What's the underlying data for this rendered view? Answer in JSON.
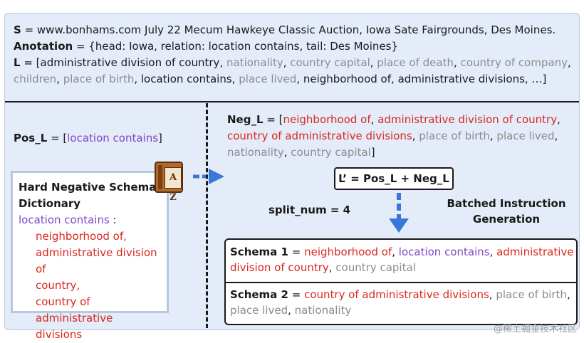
{
  "top": {
    "s_label": "S",
    "s_text": " = www.bonhams.com July 22 Mecum Hawkeye Classic Auction, Iowa Sate Fairgrounds, Des Moines.",
    "anno_label": "Anotation",
    "anno_text": " = {head: Iowa, relation: location contains, tail: Des Moines}",
    "l_label": "L",
    "l_open": " = [",
    "l_items_line1": [
      {
        "text": "administrative division of country",
        "style": "black"
      },
      {
        "text": "nationality",
        "style": "gray"
      },
      {
        "text": "country capital",
        "style": "gray"
      },
      {
        "text": "place of death",
        "style": "gray"
      },
      {
        "text": "country of company",
        "style": "gray"
      }
    ],
    "l_items_line2": [
      {
        "text": "children",
        "style": "gray"
      },
      {
        "text": "place of birth",
        "style": "gray"
      },
      {
        "text": "location contains",
        "style": "black"
      },
      {
        "text": "place lived",
        "style": "gray"
      },
      {
        "text": "neighborhood of",
        "style": "black"
      },
      {
        "text": "administrative divisions",
        "style": "black"
      },
      {
        "text": "…]",
        "style": "black"
      }
    ]
  },
  "pos": {
    "label": "Pos_L",
    "open": " = [",
    "item": "location contains",
    "close": "]"
  },
  "dictionary": {
    "title_line1": "Hard Negative Schema",
    "title_line2": "Dictionary",
    "key": "location contains",
    "key_colon": " :",
    "values": [
      "neighborhood of,",
      "administrative division of",
      "country,",
      "country of administrative",
      "divisions"
    ],
    "book_letters": "A Z"
  },
  "neg": {
    "label": "Neg_L",
    "open": " = [",
    "line1": [
      {
        "text": "neighborhood of",
        "style": "red"
      },
      {
        "text": "administrative division of country",
        "style": "red"
      }
    ],
    "line2": [
      {
        "text": "country of administrative divisions",
        "style": "red"
      },
      {
        "text": "place of birth",
        "style": "gray"
      },
      {
        "text": "place lived",
        "style": "gray"
      }
    ],
    "line3": [
      {
        "text": "nationality",
        "style": "gray"
      },
      {
        "text": "country capital",
        "style": "gray"
      }
    ],
    "close": "]"
  },
  "lprime": "L’ = Pos_L + Neg_L",
  "split": "split_num = 4",
  "batched_line1": "Batched Instruction",
  "batched_line2": "Generation",
  "schema1": {
    "label": "Schema 1",
    "eq": " = ",
    "item1": "neighborhood of",
    "item2": "location contains",
    "item3a": "administrative",
    "item3b": "division of country",
    "item4": "country capital"
  },
  "schema2": {
    "label": "Schema 2",
    "eq": " = ",
    "item1": "country of administrative divisions",
    "item2": "place of birth",
    "item3": "place lived",
    "item4": "nationality"
  },
  "watermark": "@稀土掘金技术社区",
  "colors": {
    "red": "#d8281e",
    "purple": "#8246c6",
    "gray": "#8c8c8c",
    "arrow_blue": "#3a78d8"
  }
}
